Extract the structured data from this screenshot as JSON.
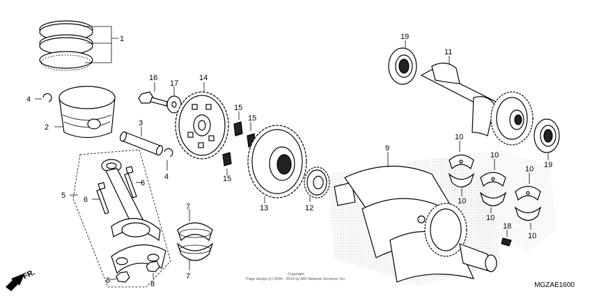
{
  "callouts": {
    "c1": "1",
    "c2": "2",
    "c3": "3",
    "c4a": "4",
    "c4b": "4",
    "c5": "5",
    "c6a": "6",
    "c6b": "6",
    "c7a": "7",
    "c7b": "7",
    "c8a": "8",
    "c8b": "8",
    "c9": "9",
    "c10a": "10",
    "c10b": "10",
    "c10c": "10",
    "c10d": "10",
    "c10e": "10",
    "c10f": "10",
    "c11": "11",
    "c12": "12",
    "c13": "13",
    "c14": "14",
    "c15a": "15",
    "c15b": "15",
    "c15c": "15",
    "c16": "16",
    "c17": "17",
    "c18": "18",
    "c19a": "19",
    "c19b": "19"
  },
  "copyright_line1": "Copyright",
  "copyright_line2": "Page design (c) 2004 - 2014 by ARI Network Services, Inc.",
  "diagram_code": "MGZAE1600",
  "direction_label": "FR.",
  "icons": {
    "direction": "arrow-down-left-icon"
  }
}
